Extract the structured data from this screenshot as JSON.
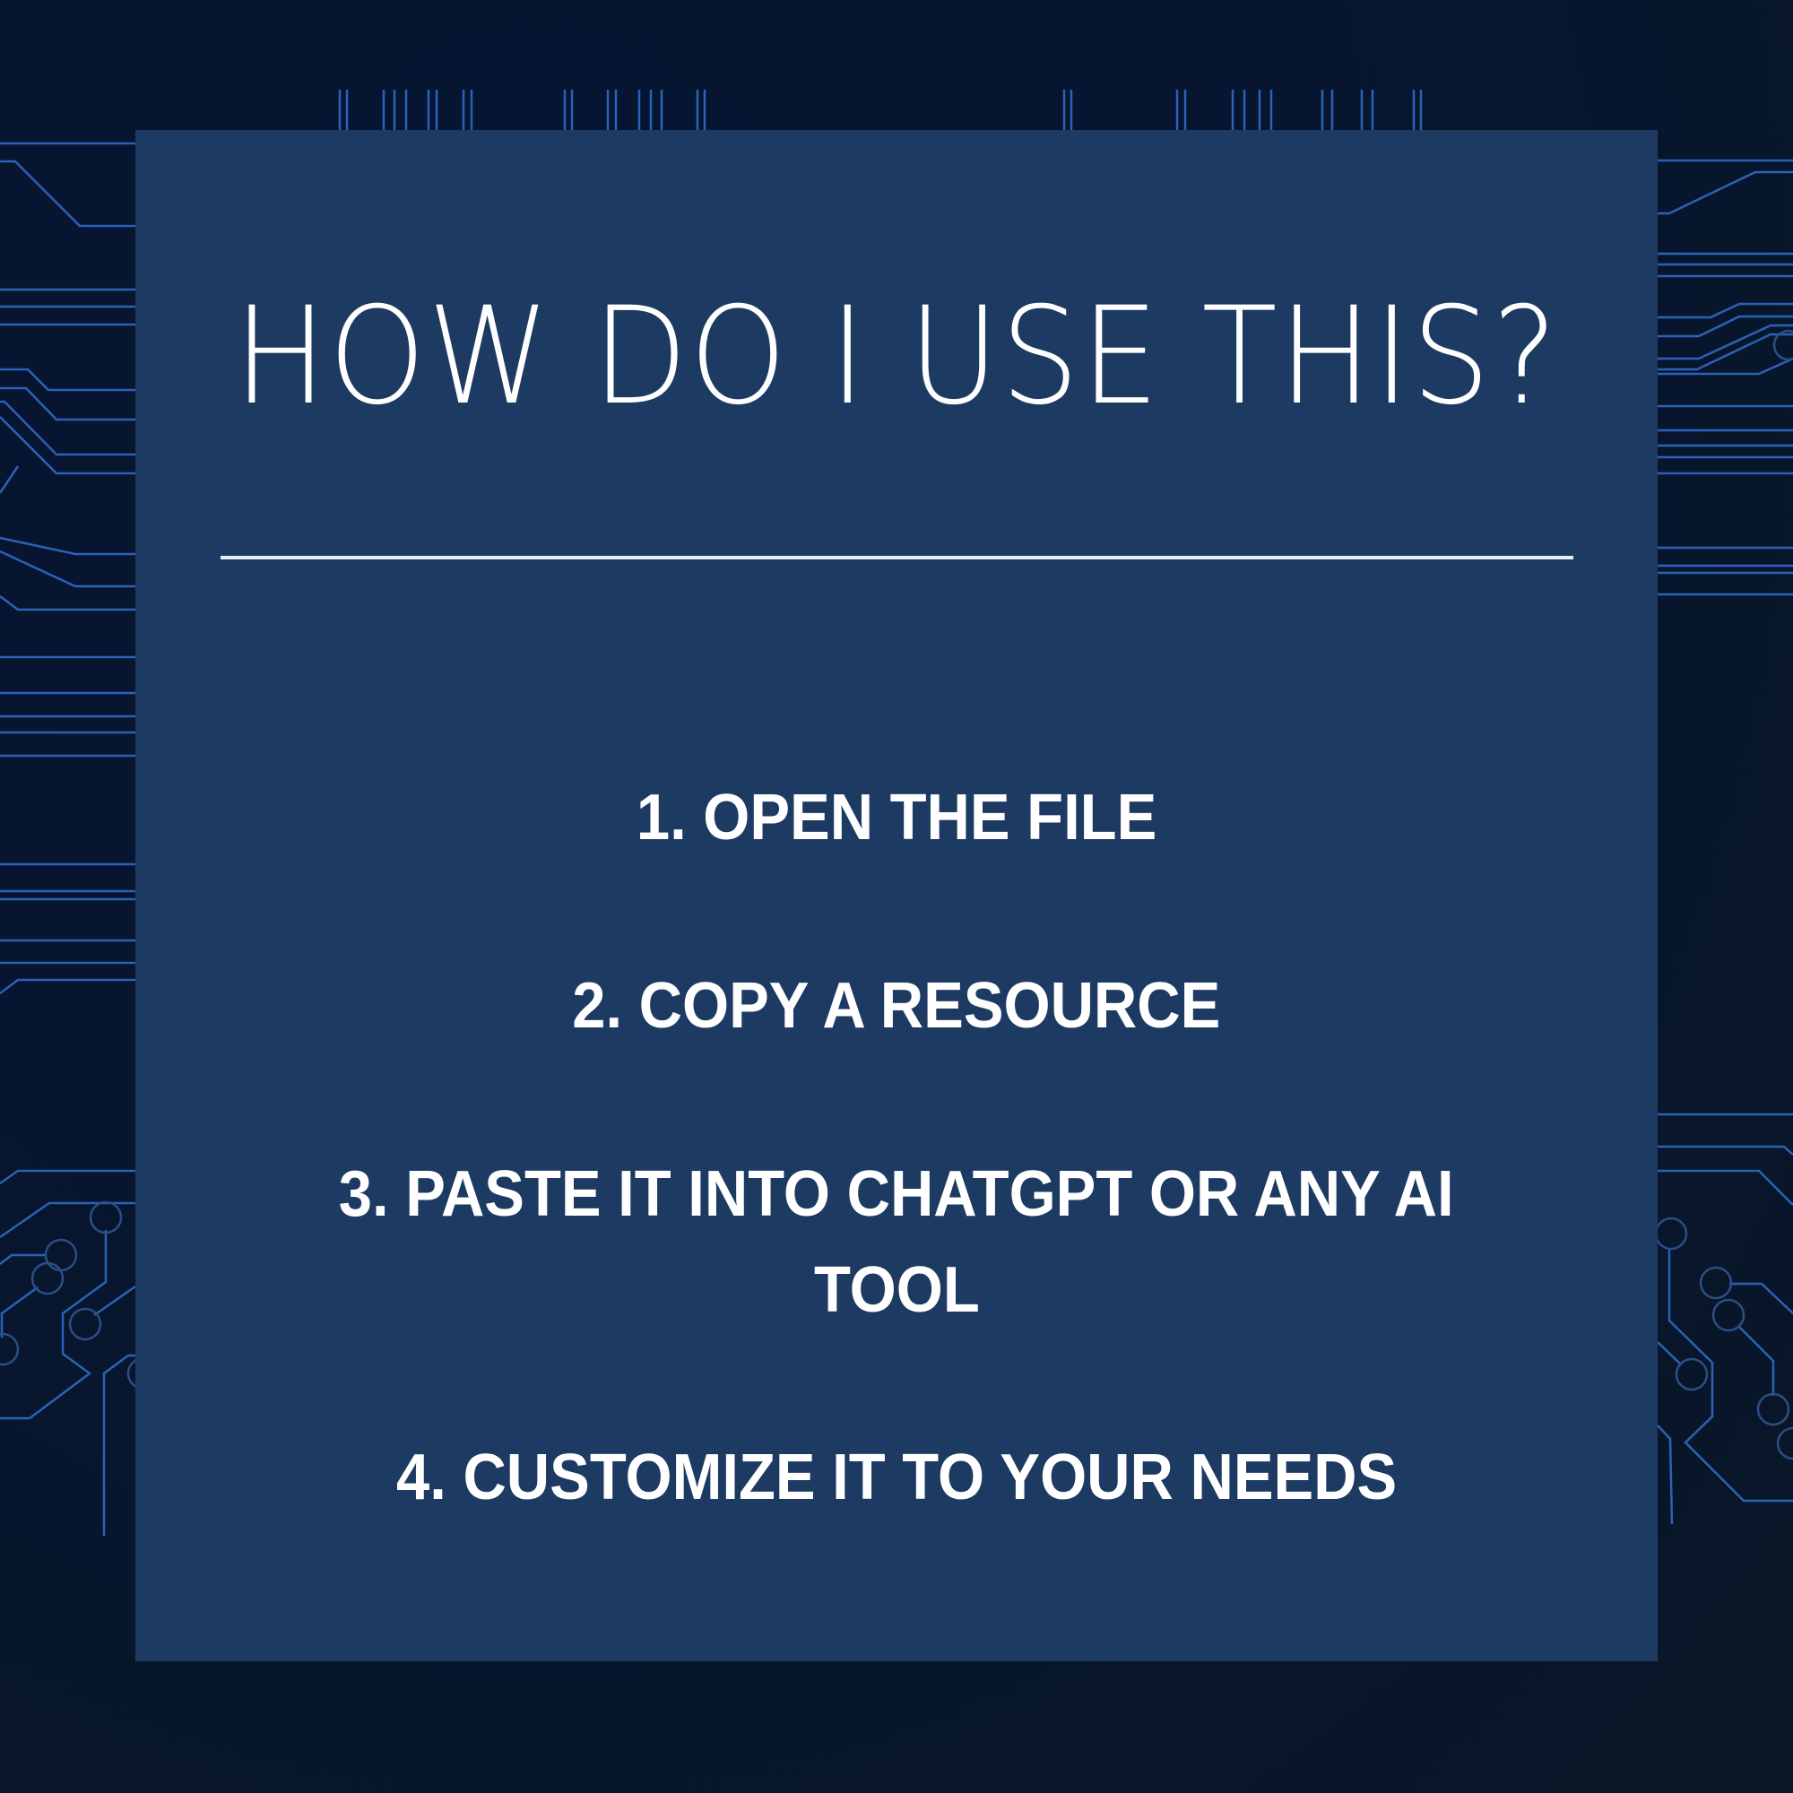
{
  "title": "HOW DO I USE THIS?",
  "steps": [
    {
      "label": "1. OPEN THE FILE"
    },
    {
      "label": "2. COPY A RESOURCE"
    },
    {
      "label": "3. PASTE IT INTO CHATGPT OR ANY AI",
      "label_line2": "TOOL"
    },
    {
      "label": "4. CUSTOMIZE IT TO YOUR NEEDS"
    }
  ],
  "colors": {
    "background": "#061531",
    "panel": "#1d3a63",
    "text": "#ffffff",
    "circuit_line": "#2a6ad0",
    "circuit_glow": "#4fb4ff"
  }
}
